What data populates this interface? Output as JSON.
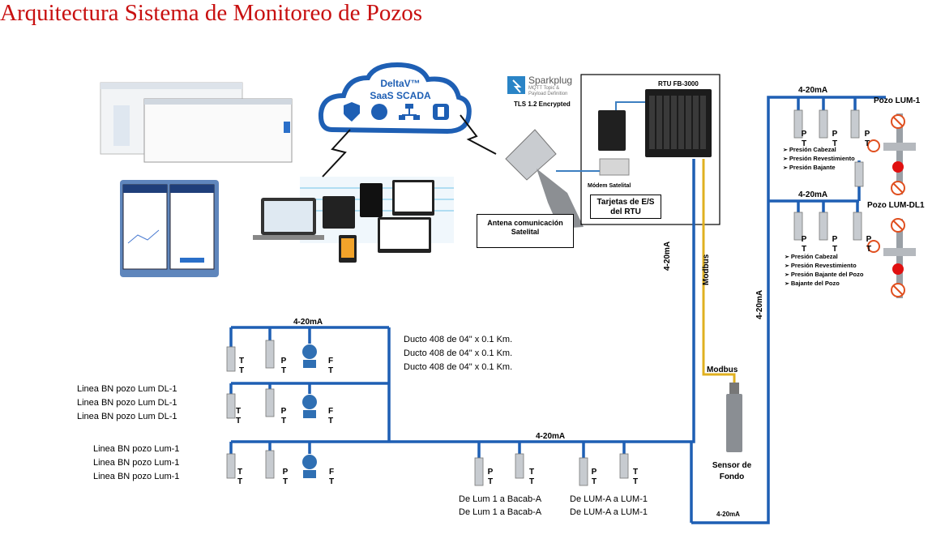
{
  "title": "Arquitectura Sistema de Monitoreo de Pozos",
  "cloud": {
    "line1": "DeltaV™",
    "line2": "SaaS SCADA"
  },
  "sparkplug": {
    "brand": "Sparkplug",
    "tag1": "MQTT Topic &",
    "tag2": "Payload Definition",
    "tls": "TLS 1.2 Encrypted"
  },
  "rtu": {
    "title": "RTU FB-3000",
    "modem": "Módem Satelital",
    "cards": "Tarjetas de E/S del RTU"
  },
  "antenna": "Antena comunicación Satelital",
  "signals": {
    "ma_top": "4-20mA",
    "ma_mid": "4-20mA",
    "ma_left": "4-20mA",
    "ma_bottom": "4-20mA",
    "ma_vert1": "4-20mA",
    "ma_vert2": "4-20mA",
    "ma_final": "4-20mA",
    "modbus_vert": "Modbus",
    "modbus_h": "Modbus"
  },
  "wells": {
    "lum1": "Pozo LUM-1",
    "lum1_items": [
      "Presión Cabezal",
      "Presión Revestimiento",
      "Presión Bajante"
    ],
    "dl1": "Pozo LUM-DL1",
    "dl1_items": [
      "Presión Cabezal",
      "Presión Revestimiento",
      "Presión Bajante del Pozo",
      "Bajante del Pozo"
    ]
  },
  "sensor": "Sensor de Fondo",
  "ductos": [
    "Ducto 408 de 04\" x 0.1 Km.",
    "Ducto 408 de 04\" x 0.1 Km.",
    "Ducto 408 de 04\" x 0.1 Km."
  ],
  "lineas_dl1": [
    "Linea BN pozo Lum DL-1",
    "Linea BN pozo Lum DL-1",
    "Linea BN pozo Lum DL-1"
  ],
  "lineas_lum1": [
    "Linea BN pozo Lum-1",
    "Linea BN pozo Lum-1",
    "Linea BN pozo Lum-1"
  ],
  "bacab": [
    "De Lum 1 a Bacab-A",
    "De Lum 1 a Bacab-A"
  ],
  "luma": [
    "De LUM-A a LUM-1",
    "De LUM-A a LUM-1"
  ],
  "tags": {
    "T": "T",
    "P": "P",
    "F": "F"
  },
  "colors": {
    "title": "#c81010",
    "line_blue": "#1e5fb4",
    "modbus": "#e0b020",
    "cloud_text": "#1e5fb4"
  }
}
